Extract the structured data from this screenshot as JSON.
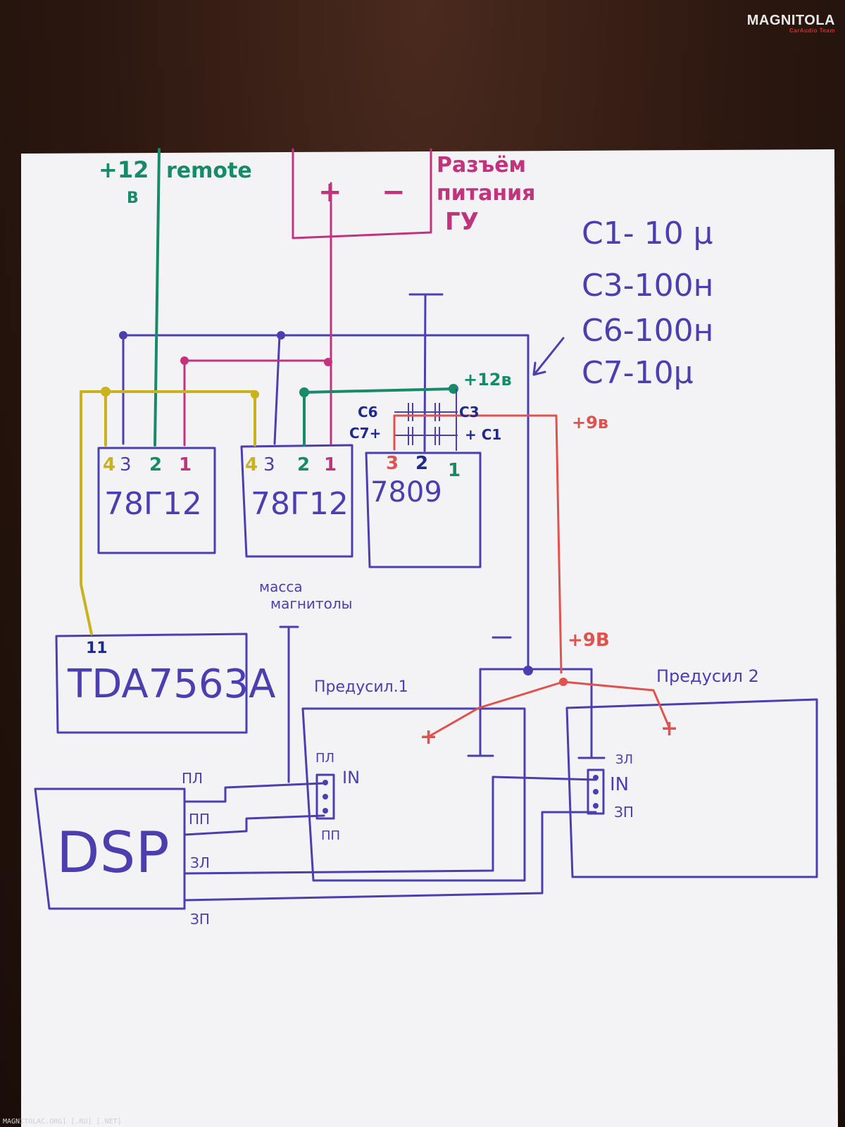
{
  "power_labels": {
    "plus12v_top": "+12",
    "plus12v_unit": "В",
    "remote": "remote",
    "connector_line1": "Разъём",
    "connector_line2": "питания",
    "connector_line3": "ГУ",
    "plus_sign": "+",
    "minus_sign": "−",
    "plus12v_rail": "+12в",
    "plus9v_top": "+9в",
    "plus9v_lower": "+9В",
    "ground_label_line1": "масса",
    "ground_label_line2": "магнитолы"
  },
  "capacitor_notes": [
    "C1- 10 μ",
    "C3-100н",
    "C6-100н",
    "C7-10μ"
  ],
  "capacitor_labels": {
    "c6": "C6",
    "c3": "C3",
    "c7": "C7+",
    "c1": "+ C1"
  },
  "regulators": [
    {
      "name": "78Г12",
      "pins": [
        "4",
        "3",
        "2",
        "1"
      ]
    },
    {
      "name": "78Г12",
      "pins": [
        "4",
        "3",
        "2",
        "1"
      ]
    },
    {
      "name": "7809",
      "pins": [
        "3",
        "2",
        "1"
      ]
    }
  ],
  "amplifier": {
    "name": "TDA7563A",
    "pin": "11"
  },
  "dsp": {
    "name": "DSP",
    "outputs": [
      "ПЛ",
      "ПП",
      "ЗЛ",
      "ЗП"
    ]
  },
  "preamp1": {
    "title": "Предусил.1",
    "in_label": "IN",
    "left_label": "ПЛ",
    "right_label": "ПП",
    "plus": "+",
    "minus": "−"
  },
  "preamp2": {
    "title": "Предусил 2",
    "in_label": "IN",
    "left_label": "ЗЛ",
    "right_label": "ЗП",
    "plus": "+"
  },
  "watermark": {
    "logo": "MAGNITOLA",
    "logo_sub": "CarAudio Team",
    "footer": "MAGNITOLAC.ORG] [.RU] [.NET]"
  },
  "colors": {
    "paper": "#f4f4f6",
    "blue_ink": "#4b3fb0",
    "pink_ink": "#c2337e",
    "green_ink": "#178a6a",
    "yellow_ink": "#c9b21c",
    "red_ink": "#e0524e"
  }
}
